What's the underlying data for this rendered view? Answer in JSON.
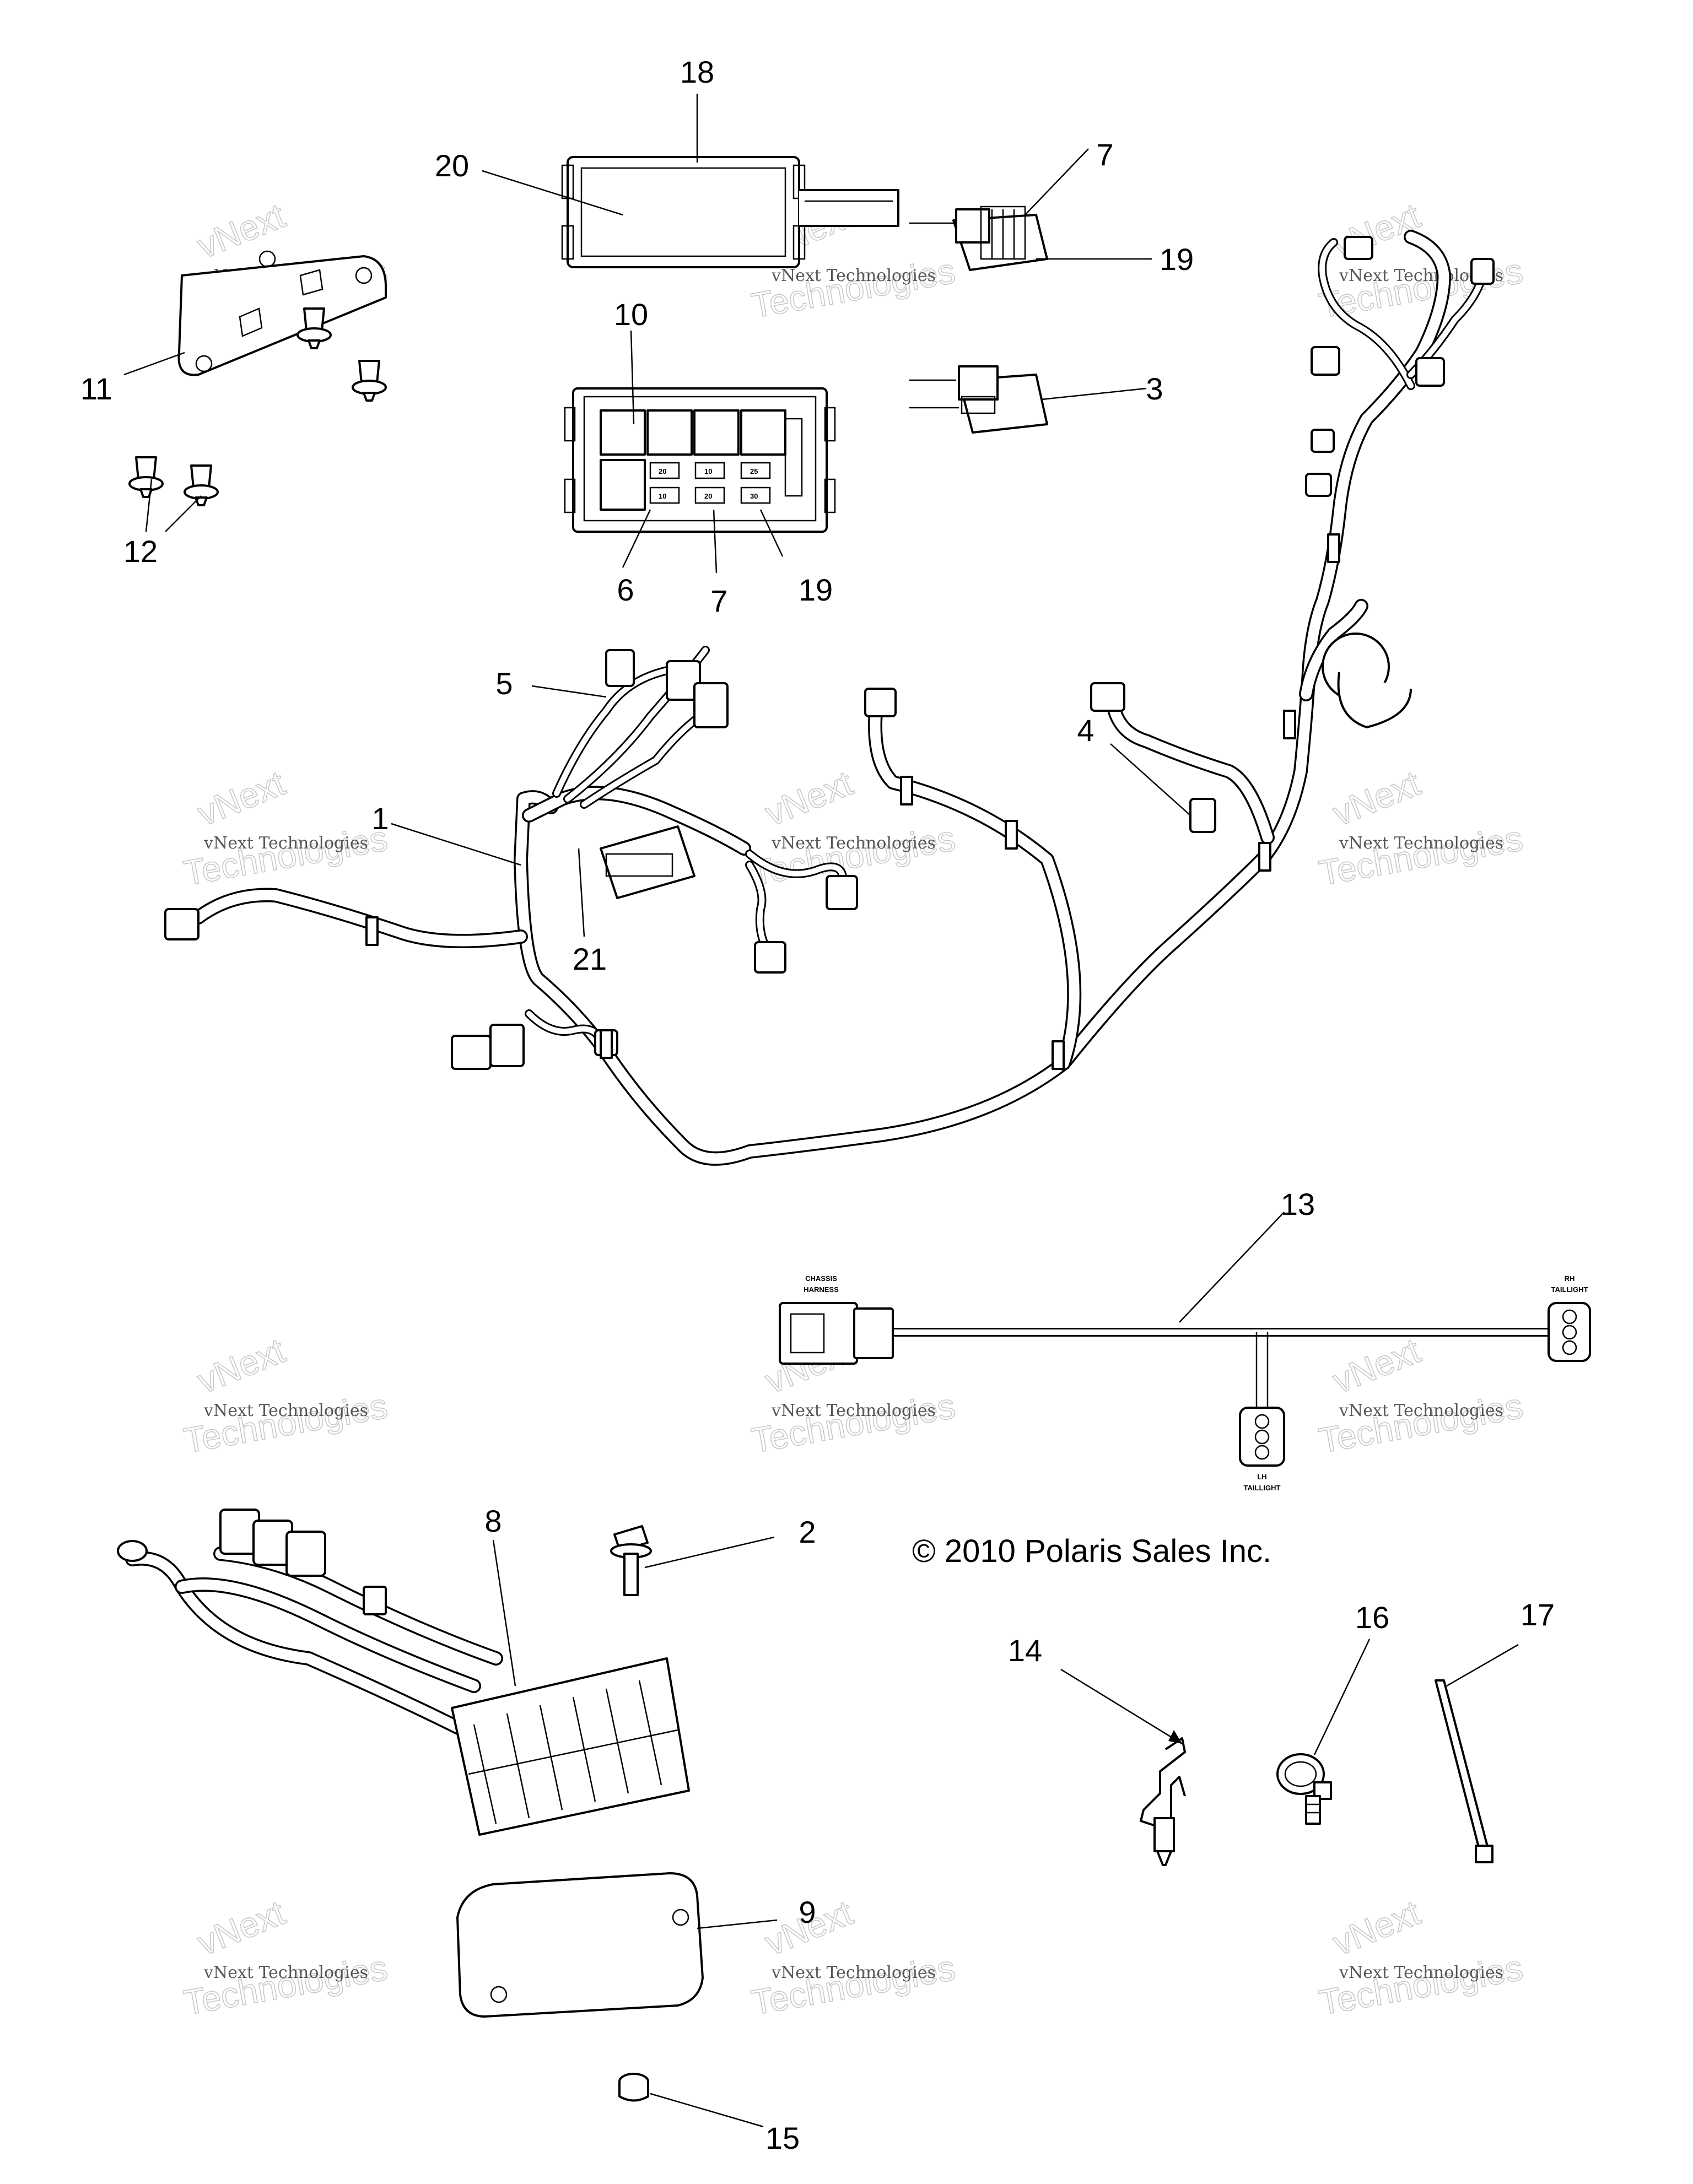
{
  "copyright": "© 2010 Polaris Sales Inc.",
  "watermark": {
    "line1": "vNext Technologies",
    "line2": "vNext",
    "line3": "Technologies"
  },
  "connector_labels": {
    "chassis_1": "CHASSIS",
    "chassis_2": "HARNESS",
    "rh_1": "RH",
    "rh_2": "TAILLIGHT",
    "lh_1": "LH",
    "lh_2": "TAILLIGHT"
  },
  "fuse_labels": [
    "20",
    "10",
    "25",
    "10",
    "20",
    "30"
  ],
  "callouts": {
    "c18": "18",
    "c20": "20",
    "c7a": "7",
    "c19a": "19",
    "c11": "11",
    "c12": "12",
    "c10": "10",
    "c3": "3",
    "c6": "6",
    "c7b": "7",
    "c19b": "19",
    "c5": "5",
    "c4": "4",
    "c1": "1",
    "c21": "21",
    "c13": "13",
    "c8": "8",
    "c2": "2",
    "c14": "14",
    "c16": "16",
    "c17": "17",
    "c9": "9",
    "c15": "15"
  }
}
